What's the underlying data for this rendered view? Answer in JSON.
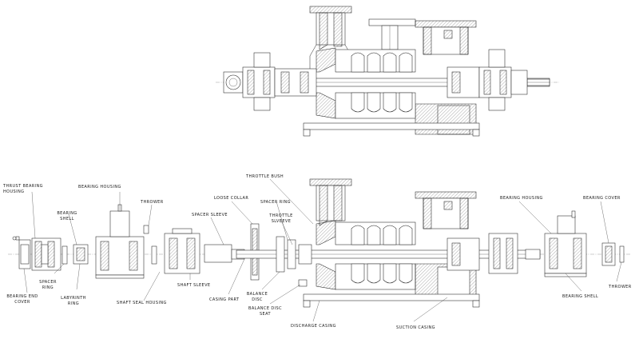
{
  "labels": {
    "thrust_bearing_housing": "THRUST BEARING\nHOUSING",
    "bearing_shell_left": "BEARING\nSHELL",
    "bearing_housing_left": "BEARING HOUSING",
    "thrower_left": "THROWER",
    "spacer_ring_left": "SPACER\nRING",
    "bearing_end_cover": "BEARING END\nCOVER",
    "labyrinth_ring": "LABYRINTH\nRING",
    "shaft_seal_housing": "SHAFT SEAL HOUSING",
    "spacer_sleeve": "SPACER SLEEVE",
    "shaft_sleeve": "SHAFT SLEEVE",
    "loose_collar": "LOOSE COLLAR",
    "casing_part": "CASING PART",
    "throttle_bush": "THROTTLE BUSH",
    "spacer_ring_mid": "SPACER RING",
    "throttle_sleeve": "THROTTLE\nSLVEEVE",
    "balance_disc": "BALANCE\nDISC",
    "balance_disc_seat": "BALANCE DISC\nSEAT",
    "discharge_casing": "DISCHARGE CASING",
    "suction_casing": "SUCTION CASING",
    "bearing_housing_right": "BEARING HOUSING",
    "bearing_cover": "BEARING COVER",
    "thrower_right": "THROWER",
    "bearing_shell_right": "BEARING SHELL"
  }
}
